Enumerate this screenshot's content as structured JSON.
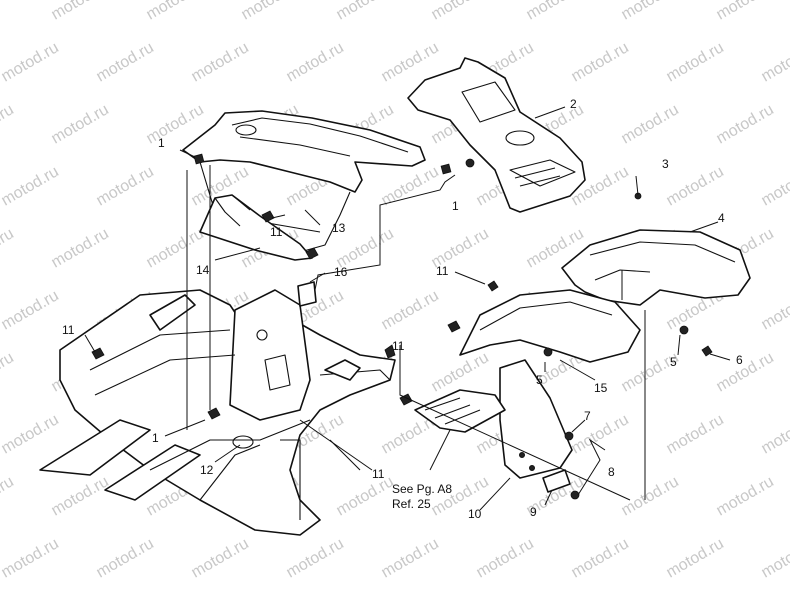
{
  "watermark": {
    "text": "motod.ru"
  },
  "note": {
    "line1": "See Pg. A8",
    "line2": "Ref. 25"
  },
  "callouts": [
    {
      "id": "c1a",
      "label": "1"
    },
    {
      "id": "c1b",
      "label": "1"
    },
    {
      "id": "c1c",
      "label": "1"
    },
    {
      "id": "c2",
      "label": "2"
    },
    {
      "id": "c3",
      "label": "3"
    },
    {
      "id": "c4",
      "label": "4"
    },
    {
      "id": "c5a",
      "label": "5"
    },
    {
      "id": "c5b",
      "label": "5"
    },
    {
      "id": "c6",
      "label": "6"
    },
    {
      "id": "c7",
      "label": "7"
    },
    {
      "id": "c8",
      "label": "8"
    },
    {
      "id": "c9",
      "label": "9"
    },
    {
      "id": "c10",
      "label": "10"
    },
    {
      "id": "c11a",
      "label": "11"
    },
    {
      "id": "c11b",
      "label": "11"
    },
    {
      "id": "c11c",
      "label": "11"
    },
    {
      "id": "c11d",
      "label": "11"
    },
    {
      "id": "c11e",
      "label": "11"
    },
    {
      "id": "c12",
      "label": "12"
    },
    {
      "id": "c13",
      "label": "13"
    },
    {
      "id": "c14",
      "label": "14"
    },
    {
      "id": "c15",
      "label": "15"
    },
    {
      "id": "c16",
      "label": "16"
    }
  ]
}
